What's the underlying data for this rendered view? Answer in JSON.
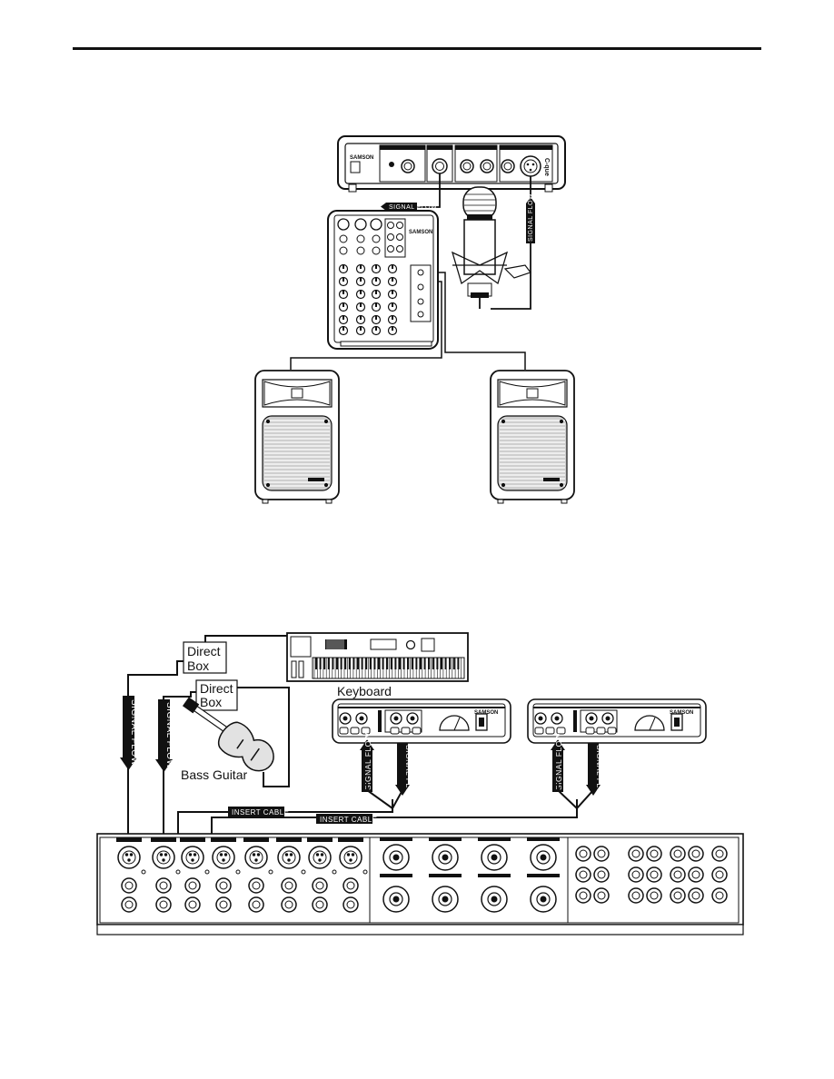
{
  "diagram_top": {
    "preamp_brand": "SAMSON",
    "preamp_model": "C-que",
    "mixer_brand": "SAMSON",
    "signal_flow_tag": "SIGNAL FLOW"
  },
  "diagram_bottom": {
    "direct_box_1": [
      "Direct",
      "Box"
    ],
    "direct_box_2": [
      "Direct",
      "Box"
    ],
    "keyboard_label": "Keyboard",
    "bass_label": "Bass Guitar",
    "signal_flow_tag": "SIGNAL FLOW",
    "insert_cable_1": "INSERT CABLE",
    "insert_cable_2": "INSERT CABLE",
    "preamp_brand": "SAMSON"
  },
  "colors": {
    "ink": "#111111",
    "paper": "#ffffff",
    "grey": "#d8d8d8"
  }
}
